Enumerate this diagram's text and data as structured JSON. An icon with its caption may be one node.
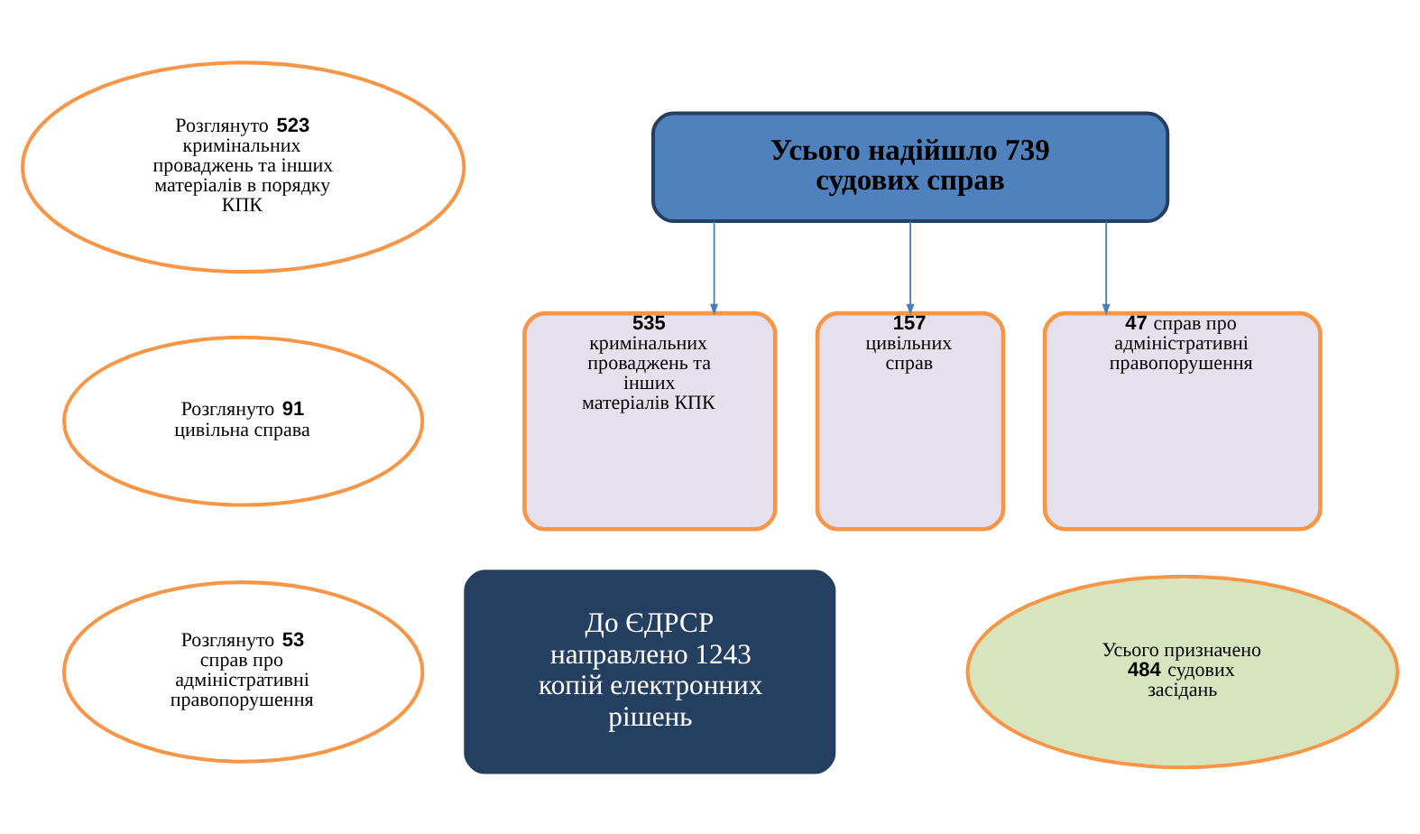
{
  "diagram": {
    "nodes": [
      {
        "text": [
          "Розглянуто **523** кримінальних проваджень та інших матеріалів в порядку КПК"
        ]
      },
      {
        "text": [
          "Усього надійшло 739 судових справ"
        ]
      },
      {
        "text": [
          "Розглянуто **91** цивільна справа"
        ]
      },
      {
        "text": [
          "**535** кримінальних проваджень та інших матеріалів КПК"
        ]
      },
      {
        "text": [
          "**157** цивільних справ"
        ]
      },
      {
        "text": [
          "**47** справ про адміністративні правопорушення"
        ]
      },
      {
        "text": [
          "Розглянуто **53** справ про адміністративні правопорушення"
        ]
      },
      {
        "text": [
          "До ЄДРСР направлено 1243 копій електронних рішень"
        ]
      },
      {
        "text": [
          "Усього призначено **484** судових засідань"
        ]
      }
    ],
    "edges": [
      {
        "from": 1,
        "to": 3,
        "arrow": "to"
      },
      {
        "from": 1,
        "to": 4,
        "arrow": "to"
      },
      {
        "from": 1,
        "to": 5,
        "arrow": "to"
      }
    ]
  }
}
